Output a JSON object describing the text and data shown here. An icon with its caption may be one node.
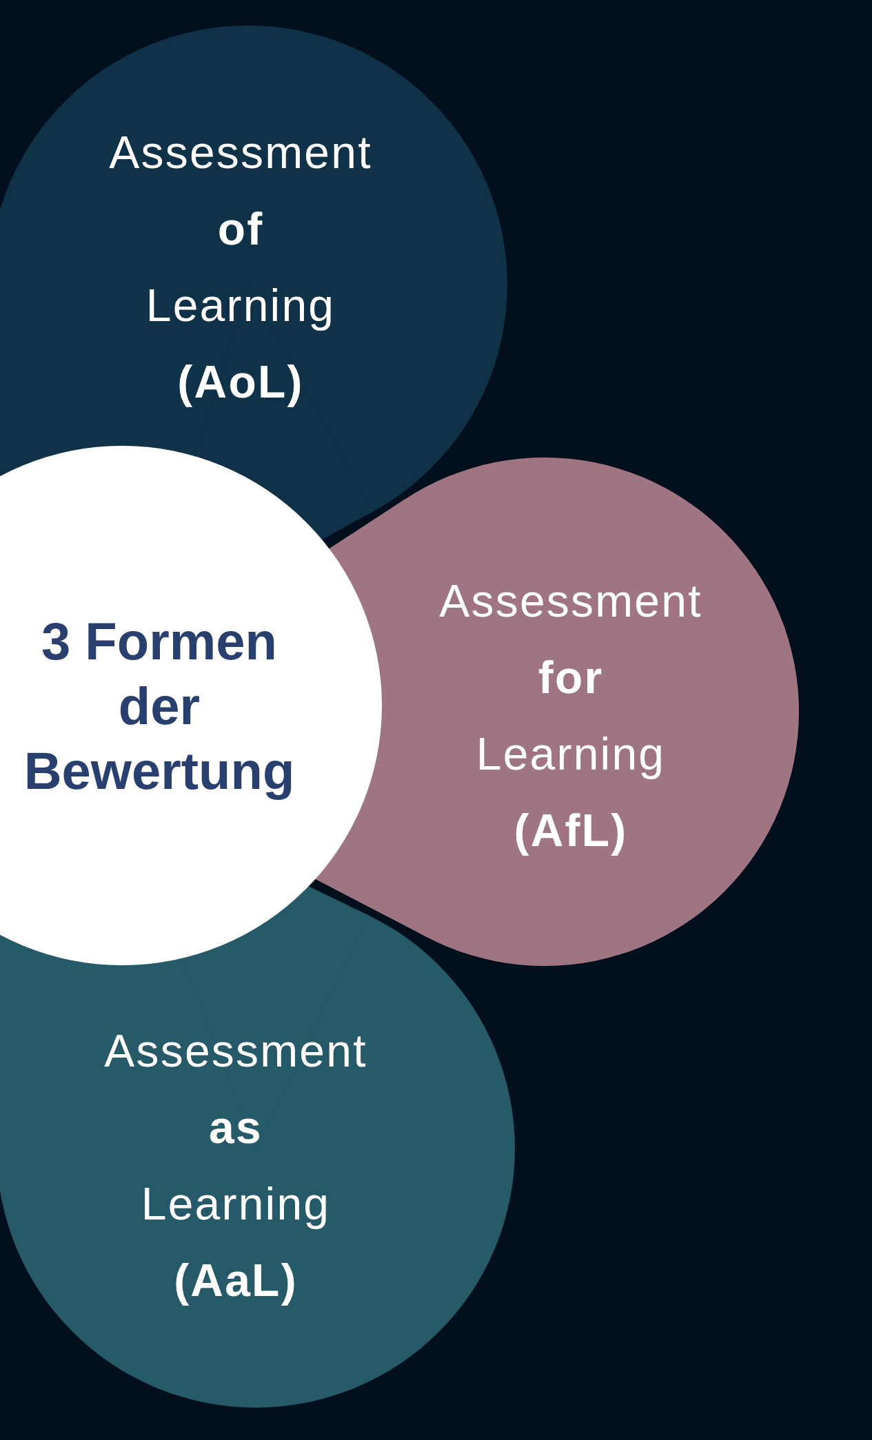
{
  "diagram": {
    "nodes": [
      {
        "text": [
          "Assessment **of** Learning **(AoL)**"
        ]
      },
      {
        "text": [
          "3 Formen der Bewertung"
        ]
      },
      {
        "text": [
          "Assessment **for** Learning **(AfL)**"
        ]
      },
      {
        "text": [
          "Assessment **as** Learning **(AaL)**"
        ]
      }
    ]
  }
}
